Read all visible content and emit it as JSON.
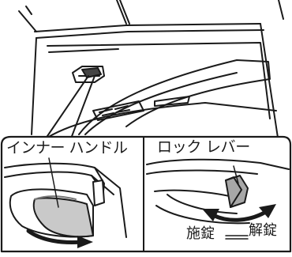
{
  "labels": {
    "inner_handle": "インナー ハンドル",
    "lock_lever": "ロック レバー",
    "lock": "施錠",
    "unlock": "解錠"
  },
  "colors": {
    "line": "#1a1a1a",
    "shade": "#c9c9c9",
    "shade_dark": "#9a9a9a",
    "background": "#ffffff"
  },
  "icons": {
    "handle_pull_arrow": "curved-arrow-right-icon",
    "lever_arrow": "double-headed-curved-arrow-icon"
  }
}
